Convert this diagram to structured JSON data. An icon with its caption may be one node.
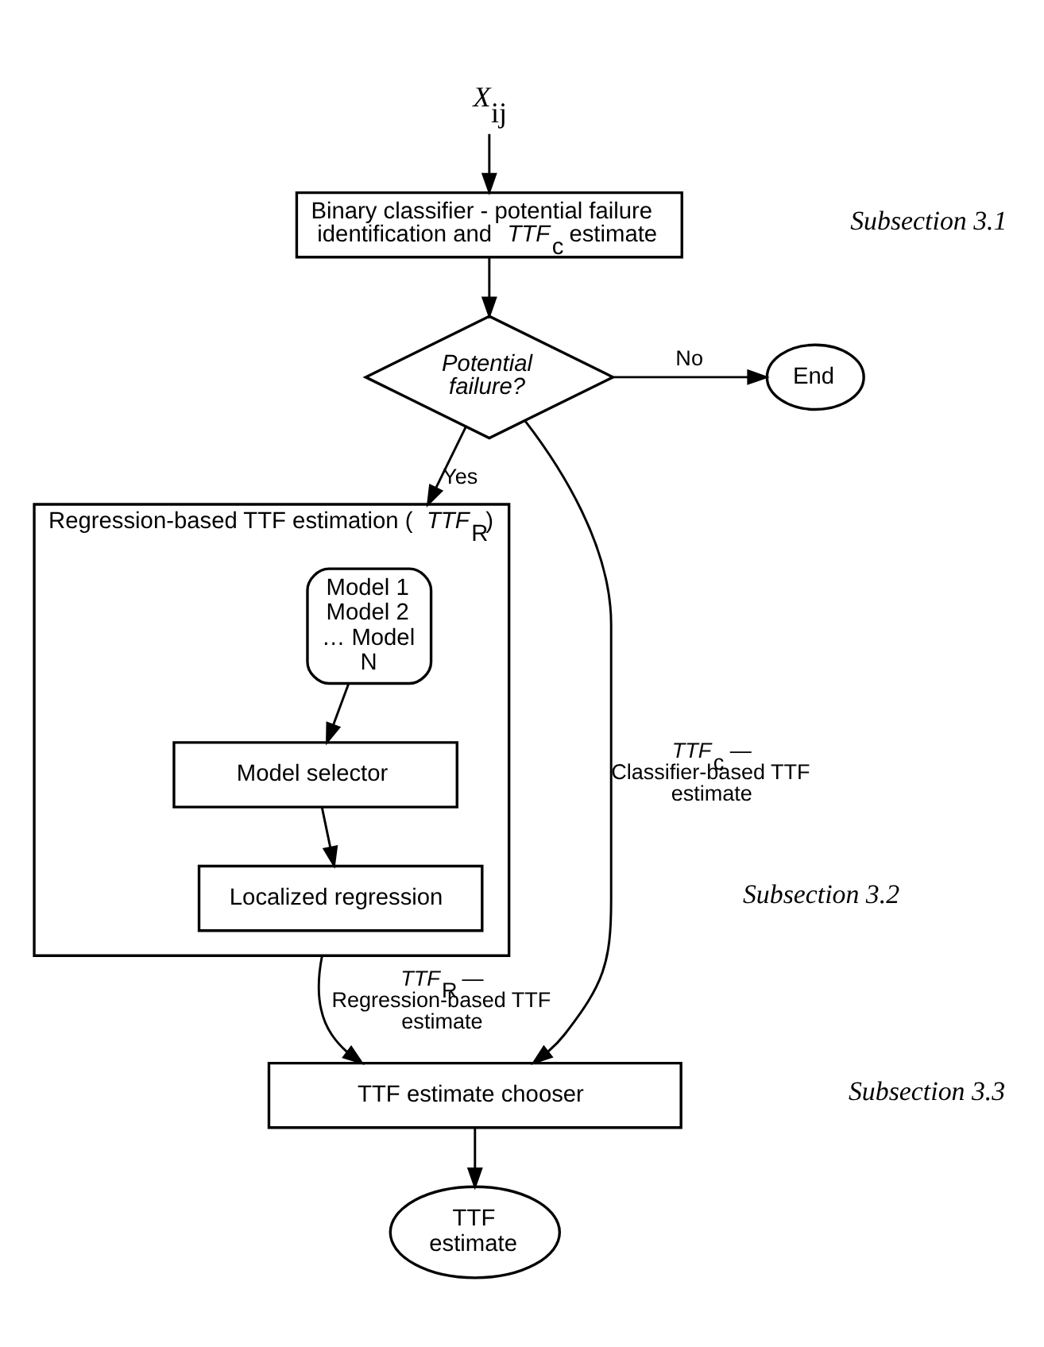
{
  "diagram": {
    "nodes": [
      {
        "text": [
          "*X*$_{ij}$"
        ]
      },
      {
        "text": [
          "Binary classifier - potential failure identification and *TTF*$_{c}$ estimate"
        ]
      },
      {
        "text": [
          "Potential failure?"
        ]
      },
      {
        "text": [
          "End"
        ]
      },
      {
        "text": [
          "Regression-based TTF estimation (*TTF*$_{R}$)"
        ]
      },
      {
        "text": [
          "Model 1 Model 2 … Model N"
        ],
        "in": 4
      },
      {
        "text": [
          "Model selector"
        ],
        "in": 4
      },
      {
        "text": [
          "Localized regression"
        ],
        "in": 4
      },
      {
        "text": [
          "TTF estimate chooser"
        ]
      },
      {
        "text": [
          "TTF estimate"
        ]
      }
    ],
    "edges": [
      {
        "from": 0,
        "to": 1,
        "arrow": "to"
      },
      {
        "from": 1,
        "to": 2,
        "arrow": "to"
      },
      {
        "from": 2,
        "to": 3,
        "arrow": "to",
        "label": "No"
      },
      {
        "from": 2,
        "to": 4,
        "arrow": "to",
        "label": "Yes"
      },
      {
        "from": 2,
        "to": 8,
        "arrow": "to",
        "label": "*TTF*$_{c}$ — Classifier-based TTF estimate"
      },
      {
        "from": 5,
        "to": 6,
        "arrow": "to"
      },
      {
        "from": 6,
        "to": 7,
        "arrow": "to"
      },
      {
        "from": 4,
        "to": 8,
        "arrow": "to",
        "label": "*TTF*$_{R}$ — Regression-based TTF estimate"
      },
      {
        "from": 8,
        "to": 9,
        "arrow": "to"
      }
    ],
    "labels": [
      "Subsection 3.1",
      "Subsection 3.2",
      "Subsection 3.3"
    ]
  }
}
